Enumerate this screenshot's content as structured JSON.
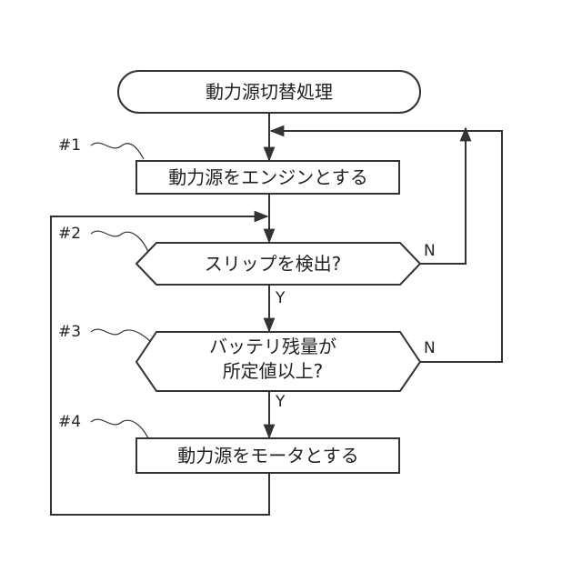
{
  "diagram": {
    "terminal": {
      "label": "動力源切替処理"
    },
    "steps": [
      {
        "id": "#1",
        "label": "動力源をエンジンとする"
      },
      {
        "id": "#2",
        "label": "スリップを検出?"
      },
      {
        "id": "#3",
        "label_line1": "バッテリ残量が",
        "label_line2": "所定値以上?"
      },
      {
        "id": "#4",
        "label": "動力源をモータとする"
      }
    ],
    "edges": {
      "step2_yes": "Y",
      "step2_no": "N",
      "step3_yes": "Y",
      "step3_no": "N"
    }
  }
}
